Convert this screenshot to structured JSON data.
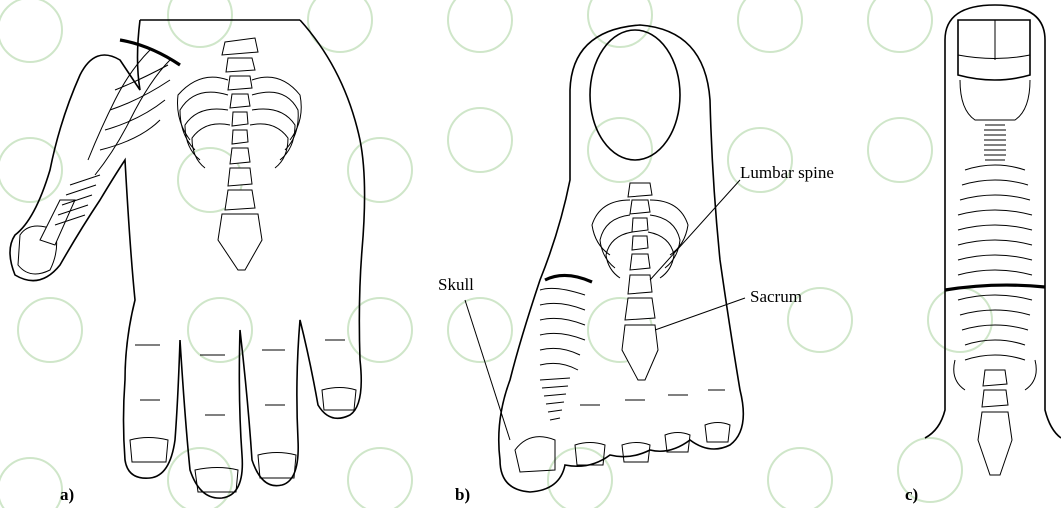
{
  "figure": {
    "panels": [
      {
        "id": "a",
        "label": "a)"
      },
      {
        "id": "b",
        "label": "b)"
      },
      {
        "id": "c",
        "label": "c)"
      }
    ],
    "annotations": {
      "lumbar_spine": "Lumbar  spine",
      "sacrum": "Sacrum",
      "skull": "Skull"
    }
  }
}
